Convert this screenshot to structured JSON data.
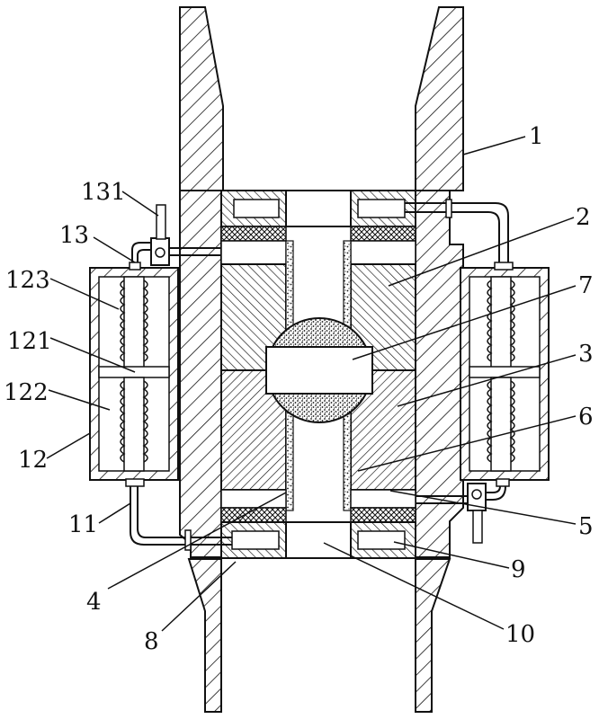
{
  "labels": {
    "l1": "1",
    "l2": "2",
    "l3": "3",
    "l4": "4",
    "l5": "5",
    "l6": "6",
    "l7": "7",
    "l8": "8",
    "l9": "9",
    "l10": "10",
    "l11": "11",
    "l12": "12",
    "l13": "13",
    "l121": "121",
    "l122": "122",
    "l123": "123",
    "l131": "131"
  }
}
